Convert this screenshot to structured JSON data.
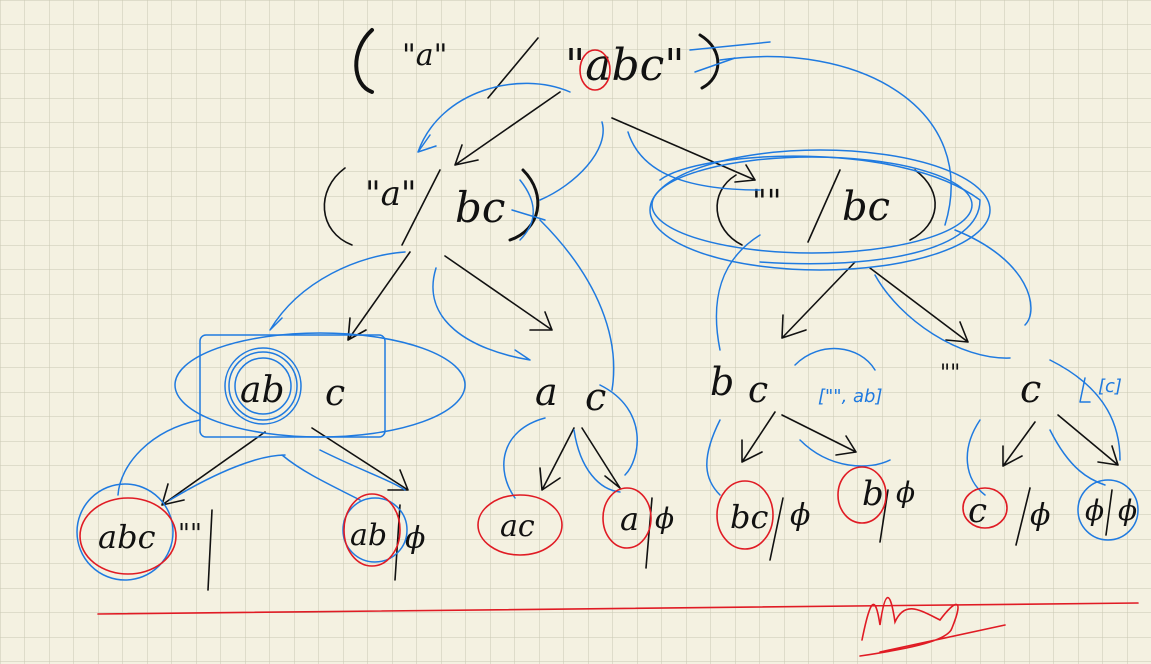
{
  "colors": {
    "paper": "#f4f1e1",
    "grid": "#c9c7b2",
    "ink": "#111111",
    "blue_pen": "#1f7ae0",
    "red_pen": "#e01b24"
  },
  "tree": {
    "root": {
      "left": "\"a\"",
      "right": "\"abc\""
    },
    "level1": [
      {
        "left": "\"a\"",
        "right": "bc"
      },
      {
        "left": "\"\"",
        "right": "bc"
      }
    ],
    "level2": [
      {
        "left": "ab",
        "right": "c"
      },
      {
        "left": "a",
        "right": "c"
      },
      {
        "left": "b",
        "right": "c"
      },
      {
        "left": "\"\"",
        "right": "c"
      }
    ],
    "leaves": [
      {
        "left": "abc",
        "right": "\"\""
      },
      {
        "left": "ab",
        "right": "ϕ"
      },
      {
        "left": "ac",
        "right": ""
      },
      {
        "left": "a",
        "right": "ϕ"
      },
      {
        "left": "bc",
        "right": "ϕ"
      },
      {
        "left": "b",
        "right": "ϕ"
      },
      {
        "left": "c",
        "right": "ϕ"
      },
      {
        "left": "ϕ",
        "right": "ϕ"
      }
    ],
    "side_notes": [
      "[\"\", ab]",
      "[c]"
    ]
  }
}
